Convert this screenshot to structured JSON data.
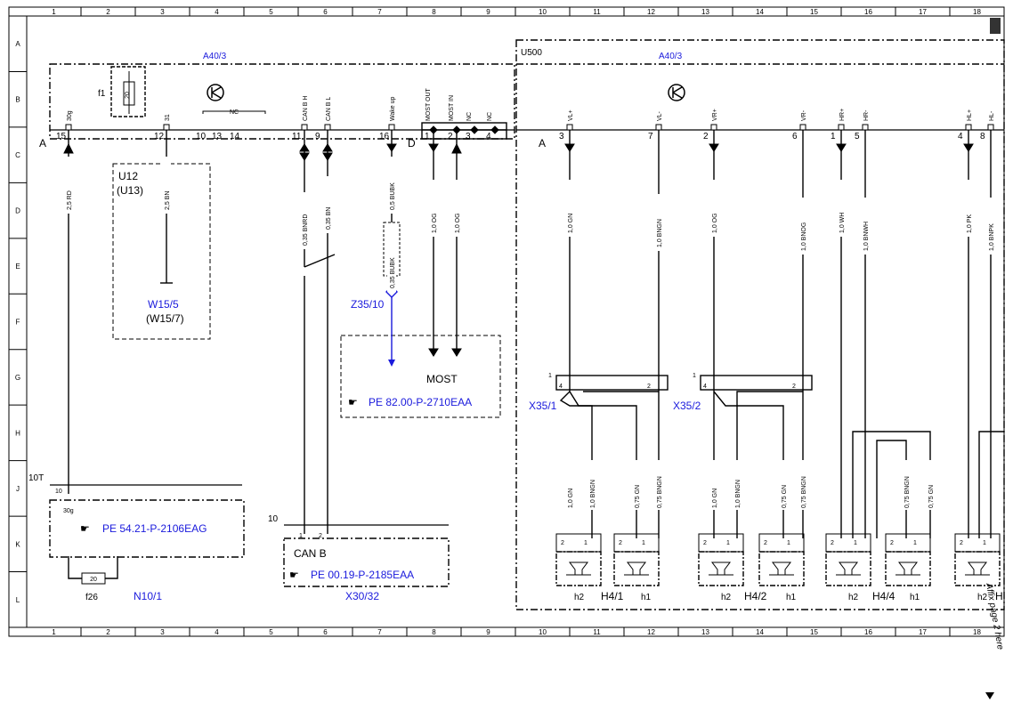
{
  "grid": {
    "columns": [
      "1",
      "2",
      "3",
      "4",
      "5",
      "6",
      "7",
      "8",
      "9",
      "10",
      "11",
      "12",
      "13",
      "14",
      "15",
      "16",
      "17",
      "18"
    ],
    "rows": [
      "A",
      "B",
      "C",
      "D",
      "E",
      "F",
      "G",
      "H",
      "J",
      "K",
      "L"
    ]
  },
  "components": {
    "a40_3_left": "A40/3",
    "a40_3_right": "A40/3",
    "u500": "U500",
    "f1": "f1",
    "f1_value": "20",
    "u12": "U12",
    "u13": "(U13)",
    "w15_5": "W15/5",
    "w15_7": "(W15/7)",
    "z35_10": "Z35/10",
    "most": "MOST",
    "most_ref": "PE 82.00-P-2710EAA",
    "n10_ref": "PE 54.21-P-2106EAG",
    "n10_1": "N10/1",
    "f26": "f26",
    "f26_value": "20",
    "ten_t": "10T",
    "can_b": "CAN B",
    "can_ref": "PE 00.19-P-2185EAA",
    "x30_32": "X30/32",
    "x35_1": "X35/1",
    "x35_2": "X35/2",
    "h4_1": "H4/1",
    "h4_2": "H4/2",
    "h4_4": "H4/4",
    "h1": "h1",
    "h2": "h2",
    "h2_b": "h2",
    "h1_b": "h1",
    "h2_c": "h2",
    "h1_c": "h1",
    "h2_d": "h2",
    "h_last": "H",
    "conn_a_left": "A",
    "conn_a_right": "A",
    "conn_d": "D",
    "ten": "10",
    "ten_x30": "10",
    "affix": "Affix page 2 here"
  },
  "connector_a_left": {
    "pins": [
      {
        "pin": "15",
        "signal": "30g"
      },
      {
        "pin": "12",
        "signal": "31"
      },
      {
        "pin": "10",
        "signal": ""
      },
      {
        "pin": "13",
        "signal": ""
      },
      {
        "pin": "14",
        "signal": ""
      },
      {
        "pin": "11",
        "signal": "CAN B H"
      },
      {
        "pin": "9",
        "signal": "CAN B L"
      },
      {
        "pin": "16",
        "signal": "Wake up"
      }
    ],
    "nc_label": "NC"
  },
  "connector_d": {
    "pins": [
      {
        "pin": "1",
        "signal": "MOST OUT"
      },
      {
        "pin": "2",
        "signal": "MOST IN"
      },
      {
        "pin": "3",
        "signal": "NC"
      },
      {
        "pin": "4",
        "signal": "NC"
      }
    ]
  },
  "connector_a_right": {
    "pins": [
      {
        "pin": "3",
        "signal": "VL+"
      },
      {
        "pin": "7",
        "signal": "VL-"
      },
      {
        "pin": "2",
        "signal": "VR+"
      },
      {
        "pin": "6",
        "signal": "VR-"
      },
      {
        "pin": "1",
        "signal": "HR+"
      },
      {
        "pin": "5",
        "signal": "HR-"
      },
      {
        "pin": "4",
        "signal": "HL+"
      },
      {
        "pin": "8",
        "signal": "HL-"
      }
    ]
  },
  "wires": {
    "w_30g": "2,5 RD",
    "w_31": "2,5 BN",
    "w_canh": "0,35 BNRD",
    "w_canl": "0,35 BN",
    "w_wake": "0,5 BUBK",
    "w_wake2": "0,35 BUBK",
    "w_most1": "1,0 OG",
    "w_most2": "1,0 OG",
    "w_vlp": "1,0 GN",
    "w_vlm": "1,0 BNGN",
    "w_vrp": "1,0 OG",
    "w_vrm": "1,0 BNOG",
    "w_hrp": "1,0 WH",
    "w_hrm": "1,0 BNWH",
    "w_hlp": "1,0 PK",
    "w_hlm": "1,0 BNPK",
    "lower": [
      "1,0 GN",
      "1,0 BNGN",
      "0,75 GN",
      "0,75 BNGN",
      "1,0 GN",
      "1,0 BNGN",
      "0,75 GN",
      "0,75 BNGN",
      "0,75 BNGN",
      "0,75 GN"
    ]
  },
  "pins_misc": {
    "x35_1_p4": "4",
    "x35_1_p2": "2",
    "x35_1_p1": "1",
    "x35_2_p4": "4",
    "x35_2_p2": "2",
    "x35_2_p1": "1",
    "n10_p10": "10",
    "n10_30g": "30g",
    "x30_p1": "1",
    "x30_p2": "2",
    "sp_2": "2",
    "sp_1": "1"
  }
}
